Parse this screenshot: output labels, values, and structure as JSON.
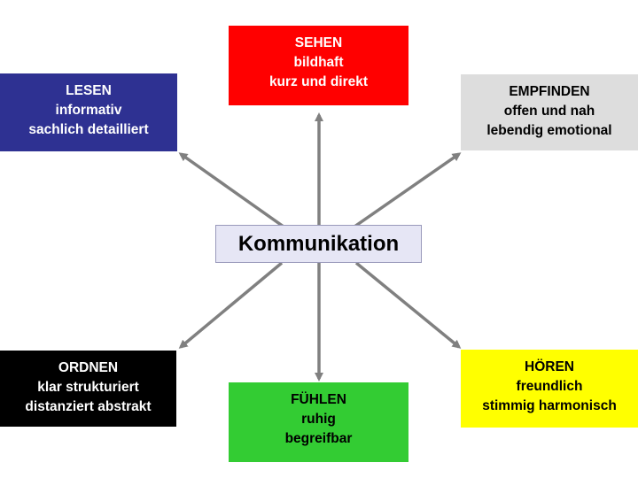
{
  "center": {
    "label": "Kommunikation"
  },
  "boxes": {
    "sehen": {
      "title": "SEHEN",
      "line1": "bildhaft",
      "line2": "kurz und direkt"
    },
    "lesen": {
      "title": "LESEN",
      "line1": "informativ",
      "line2": "sachlich detailliert"
    },
    "empfinden": {
      "title": "EMPFINDEN",
      "line1": "offen und nah",
      "line2": "lebendig emotional"
    },
    "ordnen": {
      "title": "ORDNEN",
      "line1": "klar strukturiert",
      "line2": "distanziert abstrakt"
    },
    "fuehlen": {
      "title": "FÜHLEN",
      "line1": "ruhig",
      "line2": "begreifbar"
    },
    "hoeren": {
      "title": "HÖREN",
      "line1": "freundlich",
      "line2": "stimmig harmonisch"
    }
  },
  "colors": {
    "sehen": "#ff0000",
    "lesen": "#2e3192",
    "empfinden": "#dddddd",
    "ordnen": "#000000",
    "fuehlen": "#33cc33",
    "hoeren": "#ffff00",
    "center": "#e6e6f5",
    "arrow": "#808080"
  }
}
